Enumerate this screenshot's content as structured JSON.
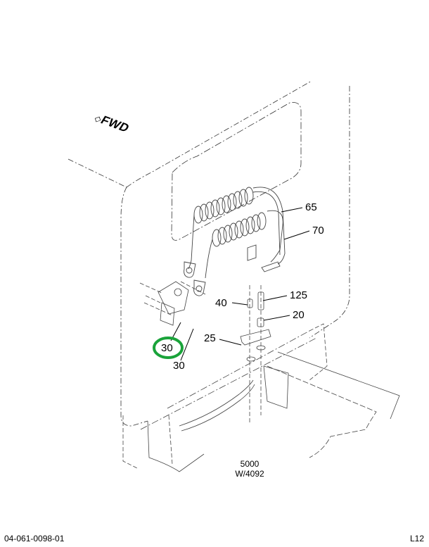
{
  "diagram": {
    "direction_label": "FWD",
    "direction_icon": "forward-arrow-icon",
    "callouts": [
      {
        "id": "65",
        "label": "65",
        "part": "coiled-air-hose"
      },
      {
        "id": "70",
        "label": "70",
        "part": "coiled-electrical-cable"
      },
      {
        "id": "125",
        "label": "125",
        "part": "fitting"
      },
      {
        "id": "40",
        "label": "40",
        "part": "cap"
      },
      {
        "id": "20",
        "label": "20",
        "part": "nut"
      },
      {
        "id": "25",
        "label": "25",
        "part": "bracket"
      },
      {
        "id": "30-highlighted",
        "label": "30",
        "part": "glad-hand-bracket",
        "highlighted": true
      },
      {
        "id": "30",
        "label": "30",
        "part": "glad-hand-bracket"
      }
    ],
    "highlight_color": "#1aa33a",
    "model_number": "5000",
    "model_variant": "W/4092"
  },
  "footer": {
    "drawing_number": "04-061-0098-01",
    "page_ref": "L12"
  }
}
